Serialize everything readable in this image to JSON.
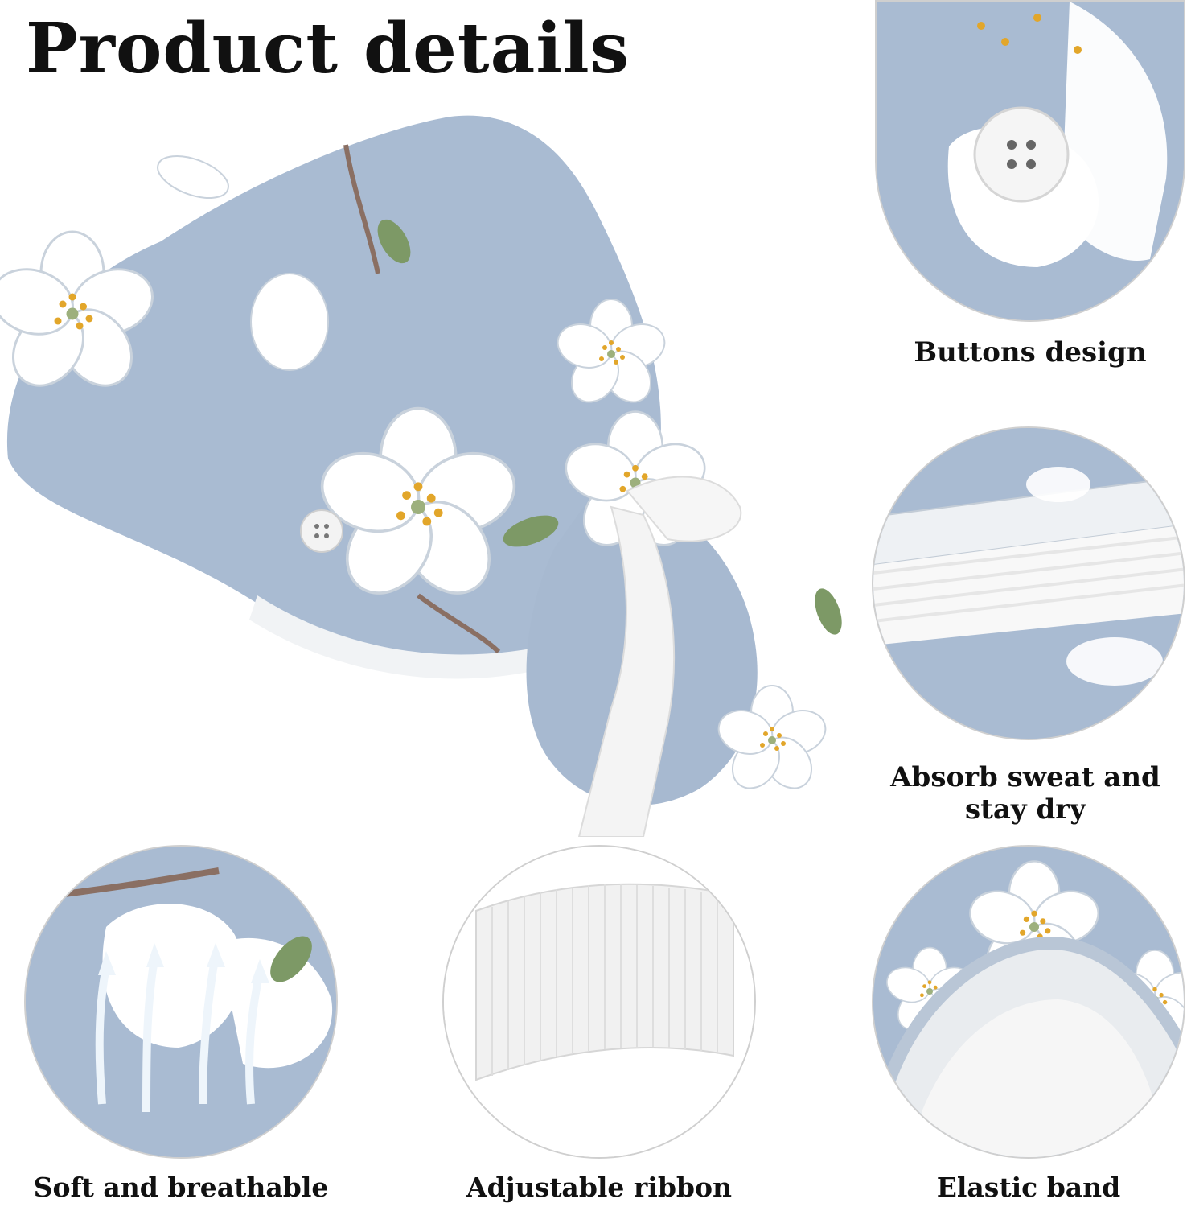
{
  "title": "Product details",
  "features": {
    "buttons_design": "Buttons design",
    "absorb_line1": "Absorb sweat and",
    "absorb_line2": "stay dry",
    "soft": "Soft and breathable",
    "ribbon": "Adjustable ribbon",
    "elastic": "Elastic band"
  },
  "colors": {
    "fabric": "#a9bbd2",
    "petal": "#ffffff",
    "stamen": "#e2a62a",
    "leaf": "#7d9966",
    "branch": "#8a6f63"
  }
}
